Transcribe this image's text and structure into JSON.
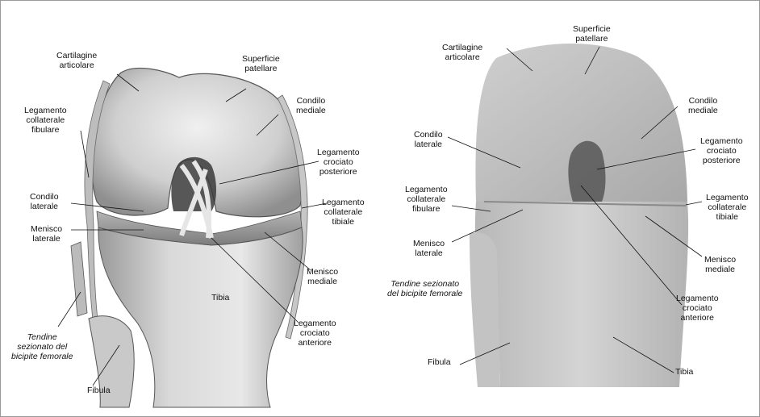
{
  "left_panel": {
    "labels": {
      "cartilagine": "Cartilagine\narticolare",
      "superficie": "Superficie\npatellare",
      "condilo_mediale": "Condilo\nmediale",
      "legamento_collaterale_fibulare": "Legamento\ncollaterale\nfibulare",
      "legamento_crociato_posteriore": "Legamento\ncrociato\nposteriore",
      "condilo_laterale": "Condilo\nlaterale",
      "legamento_collaterale_tibiale": "Legamento\ncollaterale\ntibiale",
      "menisco_laterale": "Menisco\nlaterale",
      "menisco_mediale": "Menisco\nmediale",
      "tibia": "Tibia",
      "legamento_crociato_anteriore": "Legamento\ncrociato\nanteriore",
      "tendine": "Tendine\nsezionato del\nbicipite femorale",
      "fibula": "Fibula"
    }
  },
  "right_panel": {
    "labels": {
      "superficie": "Superficie\npatellare",
      "cartilagine": "Cartilagine\narticolare",
      "condilo_mediale": "Condilo\nmediale",
      "condilo_laterale": "Condilo\nlaterale",
      "legamento_crociato_posteriore": "Legamento\ncrociato\nposteriore",
      "legamento_collaterale_fibulare": "Legamento\ncollaterale\nfibulare",
      "legamento_collaterale_tibiale": "Legamento\ncollaterale\ntibiale",
      "menisco_laterale": "Menisco\nlaterale",
      "tendine": "Tendine sezionato\ndel bicipite femorale",
      "menisco_mediale": "Menisco\nmediale",
      "legamento_crociato_anteriore": "Legamento\ncrociato\nanteriore",
      "fibula": "Fibula",
      "tibia": "Tibia"
    }
  }
}
